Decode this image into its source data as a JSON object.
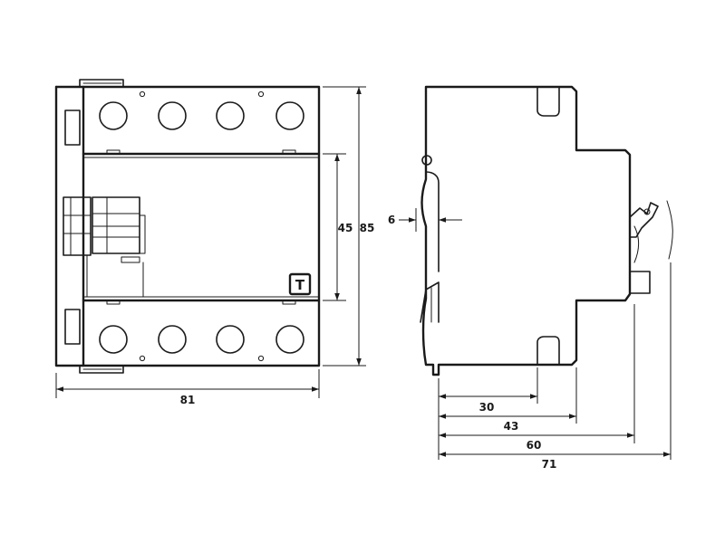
{
  "dimensions": {
    "width_front": "81",
    "inner_height": "45",
    "overall_height": "85",
    "mount_offset": "6",
    "depth_30": "30",
    "depth_43": "43",
    "depth_60": "60",
    "depth_71": "71"
  },
  "test_button": {
    "label": "T"
  },
  "colors": {
    "line": "#1a1a1a",
    "background": "#ffffff"
  }
}
